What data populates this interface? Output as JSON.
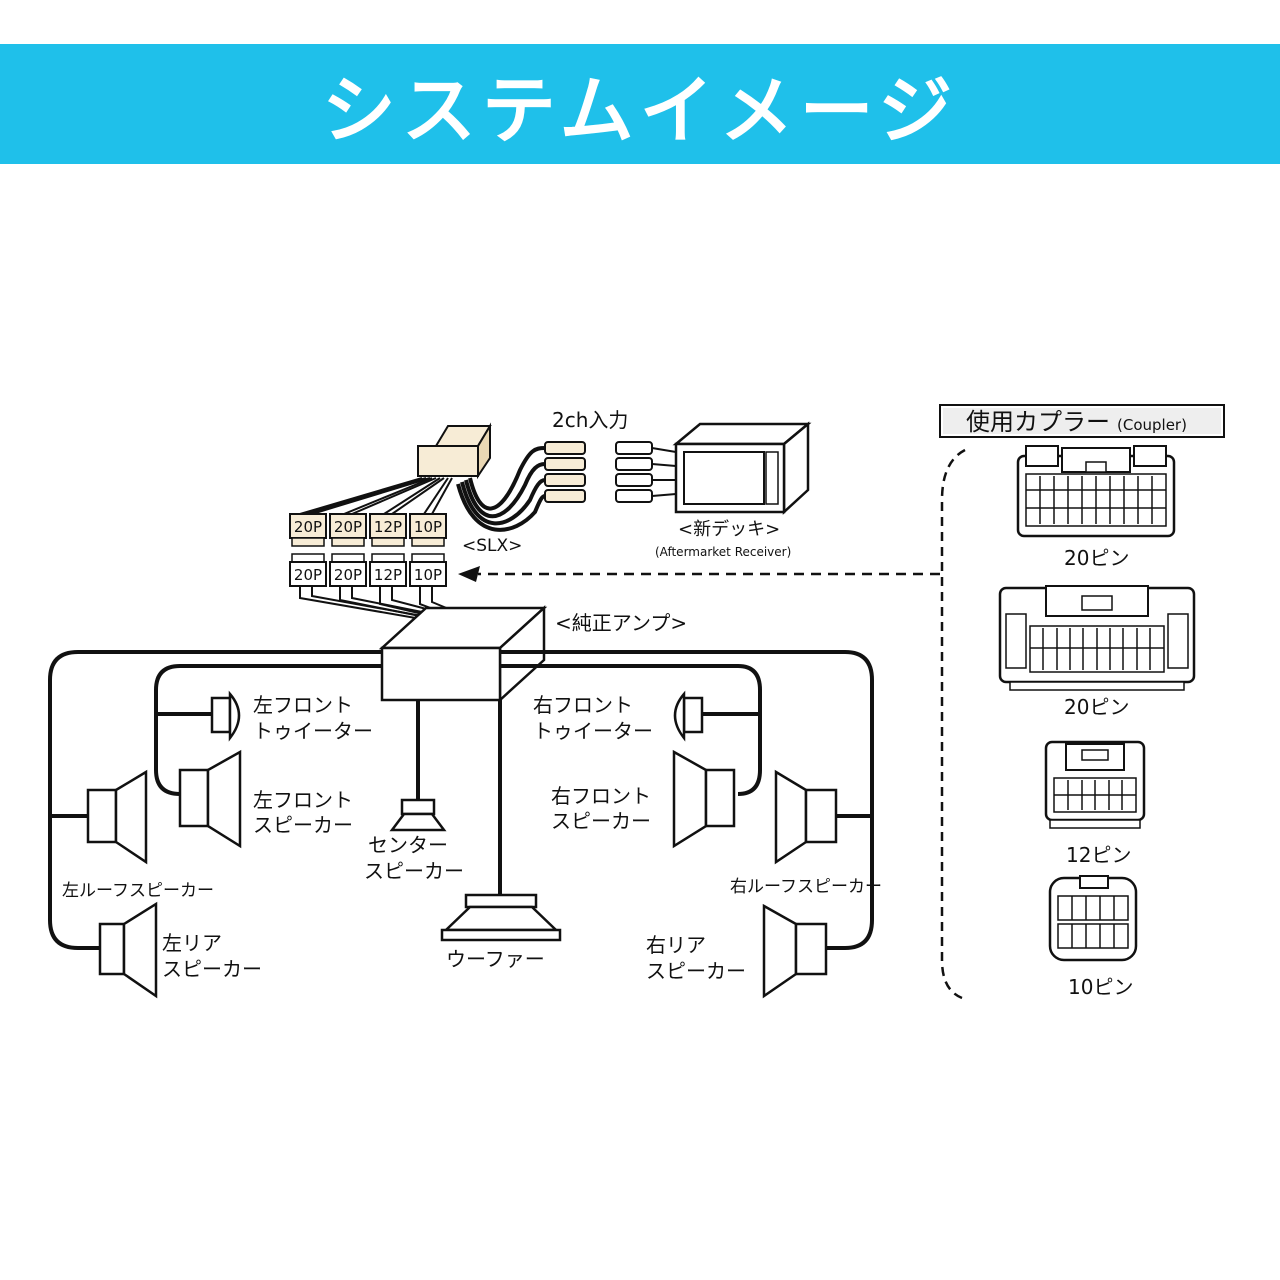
{
  "banner": {
    "title": "システムイメージ",
    "background": "#1fc0ea"
  },
  "diagram": {
    "input_label": "2ch入力",
    "slx_label": "<SLX>",
    "deck_label": "<新デッキ>",
    "deck_sublabel": "(Aftermarket Receiver)",
    "amp_label": "<純正アンプ>",
    "connectors_upper": [
      "20P",
      "20P",
      "12P",
      "10P"
    ],
    "connectors_lower": [
      "20P",
      "20P",
      "12P",
      "10P"
    ],
    "speakers": {
      "left_front_tweeter": [
        "左フロント",
        "トゥイーター"
      ],
      "right_front_tweeter": [
        "右フロント",
        "トゥイーター"
      ],
      "left_front_speaker": [
        "左フロント",
        "スピーカー"
      ],
      "right_front_speaker": [
        "右フロント",
        "スピーカー"
      ],
      "center_speaker": [
        "センター",
        "スピーカー"
      ],
      "left_roof_speaker": "左ルーフスピーカー",
      "right_roof_speaker": "右ルーフスピーカー",
      "left_rear_speaker": [
        "左リア",
        "スピーカー"
      ],
      "right_rear_speaker": [
        "右リア",
        "スピーカー"
      ],
      "woofer": "ウーファー"
    }
  },
  "couplers": {
    "title": "使用カプラー",
    "title_en": "(Coupler)",
    "items": [
      {
        "label": "20ピン"
      },
      {
        "label": "20ピン"
      },
      {
        "label": "12ピン"
      },
      {
        "label": "10ピン"
      }
    ]
  }
}
